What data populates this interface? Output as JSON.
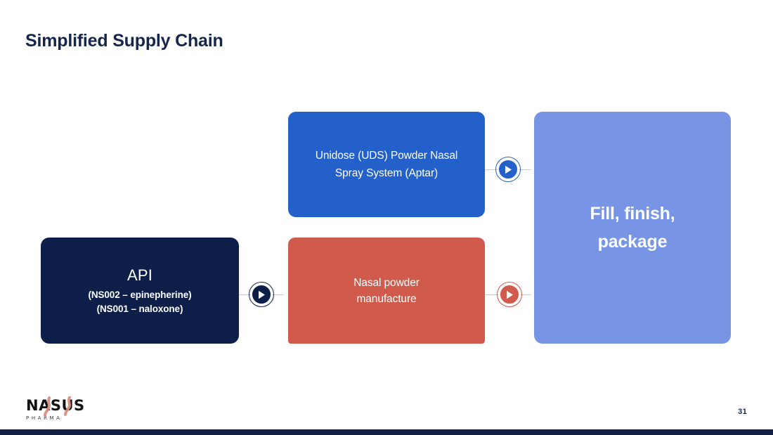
{
  "slide": {
    "title": "Simplified Supply Chain",
    "page_number": "31",
    "background_color": "#ffffff",
    "footer_bar_color": "#122247",
    "title_color": "#16254c"
  },
  "logo": {
    "word": "NASUS",
    "sub": "PHARMA",
    "swoosh_color": "#d98f7f"
  },
  "diagram": {
    "type": "flow",
    "nodes": [
      {
        "id": "api",
        "title": "API",
        "sub_lines": [
          "(NS002 – epinepherine)",
          "(NS001 – naloxone)"
        ],
        "color": "#0d1f49",
        "text_color": "#ffffff"
      },
      {
        "id": "unidose",
        "title": "Unidose (UDS) Powder Nasal Spray System (Aptar)",
        "title_lines": [
          "Unidose (UDS) Powder Nasal",
          "Spray System (Aptar)"
        ],
        "color": "#2460ca",
        "text_color": "#ffffff"
      },
      {
        "id": "powder",
        "title": "Nasal powder manufacture",
        "title_lines": [
          "Nasal powder",
          "manufacture"
        ],
        "color": "#d05a4c",
        "text_color": "#ffffff"
      },
      {
        "id": "fill",
        "title": "Fill, finish, package",
        "title_lines": [
          "Fill, finish,",
          "package"
        ],
        "color": "#7795e4",
        "text_color": "#ffffff"
      }
    ],
    "connectors": [
      {
        "id": "api-to-powder",
        "from": "api",
        "to": "powder",
        "color": "#0d1f49",
        "icon": "play-arrow-icon"
      },
      {
        "id": "unidose-to-fill",
        "from": "unidose",
        "to": "fill",
        "color": "#2460ca",
        "icon": "play-arrow-icon"
      },
      {
        "id": "powder-to-fill",
        "from": "powder",
        "to": "fill",
        "color": "#d05a4c",
        "icon": "play-arrow-icon"
      }
    ]
  }
}
